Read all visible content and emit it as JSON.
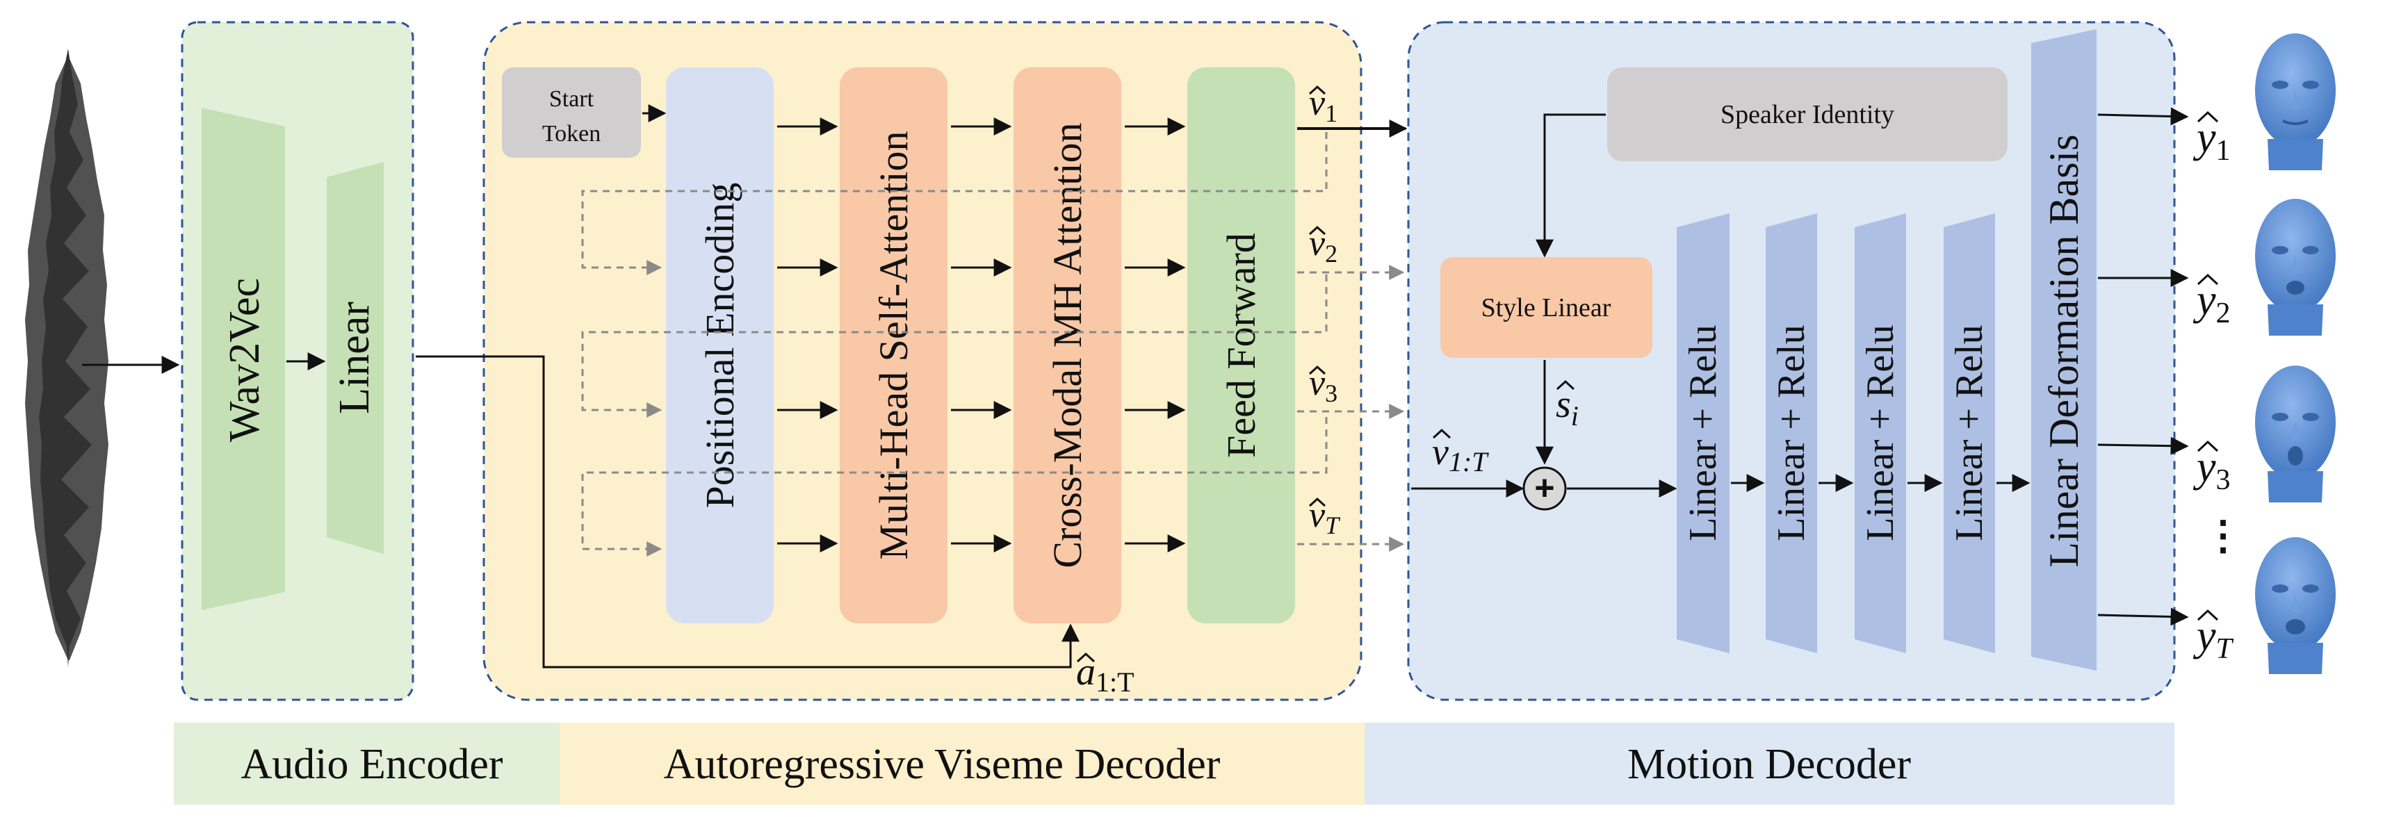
{
  "audio_encoder": {
    "wav2vec": "Wav2Vec",
    "linear": "Linear"
  },
  "viseme_decoder": {
    "start_token_line1": "Start",
    "start_token_line2": "Token",
    "positional_encoding": "Positional Encoding",
    "self_attention": "Multi-Head Self-Attention",
    "cross_attention": "Cross-Modal MH Attention",
    "feed_forward": "Feed Forward",
    "outputs": [
      {
        "base": "v",
        "sub": "1"
      },
      {
        "base": "v",
        "sub": "2"
      },
      {
        "base": "v",
        "sub": "3"
      },
      {
        "base": "v",
        "sub": "T"
      }
    ],
    "audio_feature": {
      "base": "a",
      "sub": "1:T"
    }
  },
  "motion_decoder": {
    "speaker_identity": "Speaker Identity",
    "style_linear": "Style Linear",
    "style_vector": {
      "base": "s",
      "sub": "i"
    },
    "viseme_sequence": {
      "base": "v",
      "sub": "1:T"
    },
    "plus": "+",
    "linear_relu_layers": [
      "Linear + Relu",
      "Linear + Relu",
      "Linear + Relu",
      "Linear + Relu"
    ],
    "deformation_basis": "Linear Deformation Basis",
    "outputs": [
      {
        "base": "y",
        "sub": "1"
      },
      {
        "base": "y",
        "sub": "2"
      },
      {
        "base": "y",
        "sub": "3"
      },
      {
        "base": "y",
        "sub": "T"
      }
    ],
    "ellipsis": "⋮"
  },
  "legend": {
    "audio_encoder": "Audio Encoder",
    "viseme_decoder": "Autoregressive Viseme Decoder",
    "motion_decoder": "Motion Decoder"
  },
  "colors": {
    "audio_bg": "#e2efd9",
    "viseme_bg": "#fdf0cc",
    "motion_bg": "#dde8f4",
    "green_block": "#c5e0b4",
    "blue_block": "#d6e0f2",
    "orange_block": "#f8c8a7",
    "gray_block": "#d0cece",
    "steel_block": "#adc0e3",
    "head": "#5b8fd6",
    "dash": "#2f5597"
  }
}
